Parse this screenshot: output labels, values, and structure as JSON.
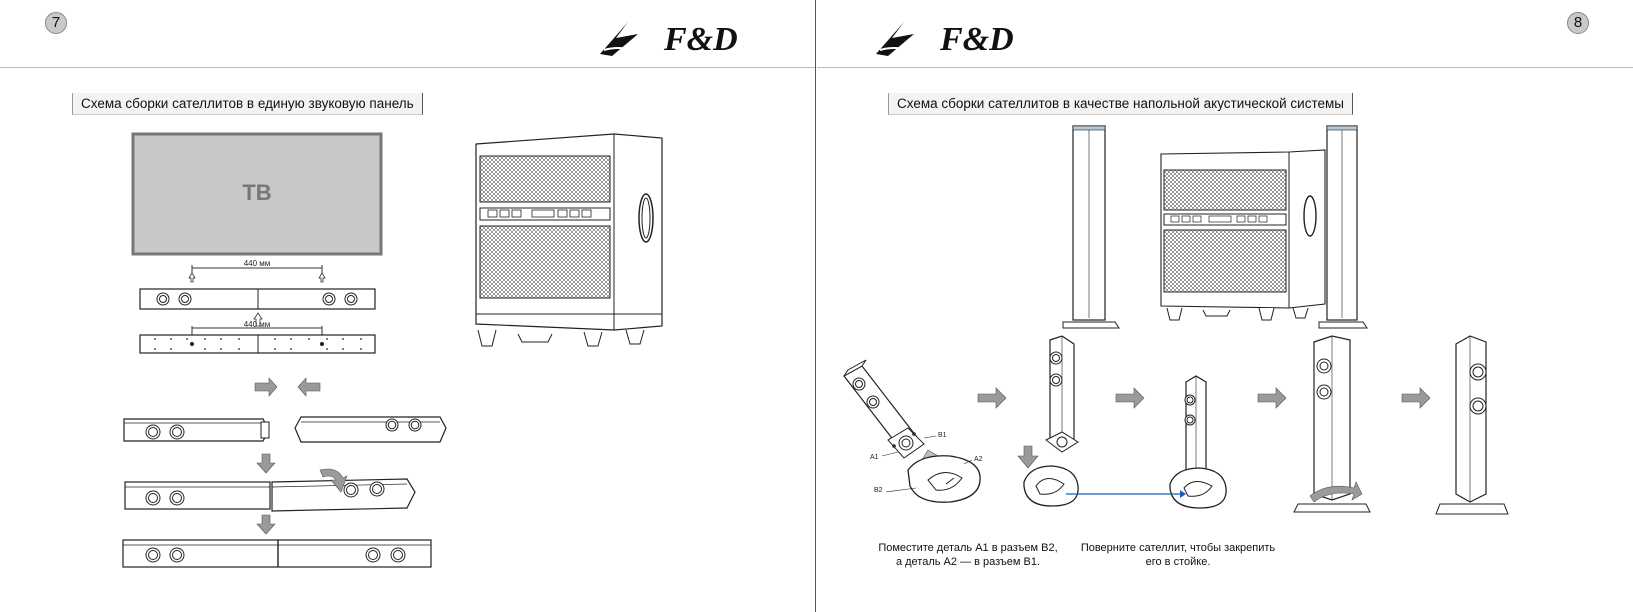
{
  "pages": {
    "left": {
      "number": "7",
      "title": "Схема сборки сателлитов в единую звуковую панель",
      "tv_label": "ТВ",
      "dim_top": "440 мм",
      "dim_bottom": "440 мм"
    },
    "right": {
      "number": "8",
      "title": "Схема сборки сателлитов в качестве напольной акустической системы",
      "labels": {
        "a1": "A1",
        "b1": "B1",
        "a2": "A2",
        "b2": "B2"
      },
      "caption_left": [
        "Поместите деталь А1 в разъем В2,",
        "а деталь А2 — в разъем В1."
      ],
      "caption_right": [
        "Поверните сателлит, чтобы закрепить",
        "его в стойке."
      ]
    }
  },
  "brand": {
    "logo_text": "F&D"
  },
  "colors": {
    "tv_fill": "#c8c8c8",
    "arrow_fill": "#9a9a9a",
    "link_line": "#1a5fb4"
  }
}
